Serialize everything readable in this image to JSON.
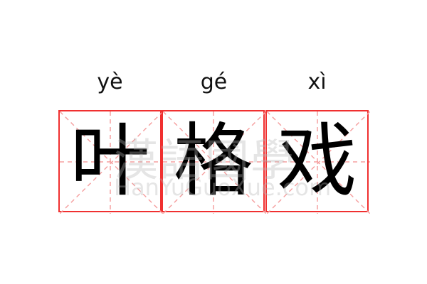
{
  "pinyin": [
    "yè",
    "gé",
    "xì"
  ],
  "characters": [
    "叶",
    "格",
    "戏"
  ],
  "watermark": {
    "chinese": "漢語國學",
    "latin": "HanYuGuoXue.com"
  },
  "colors": {
    "grid_border": "#f03030",
    "grid_guides": "#f5a0a0"
  }
}
